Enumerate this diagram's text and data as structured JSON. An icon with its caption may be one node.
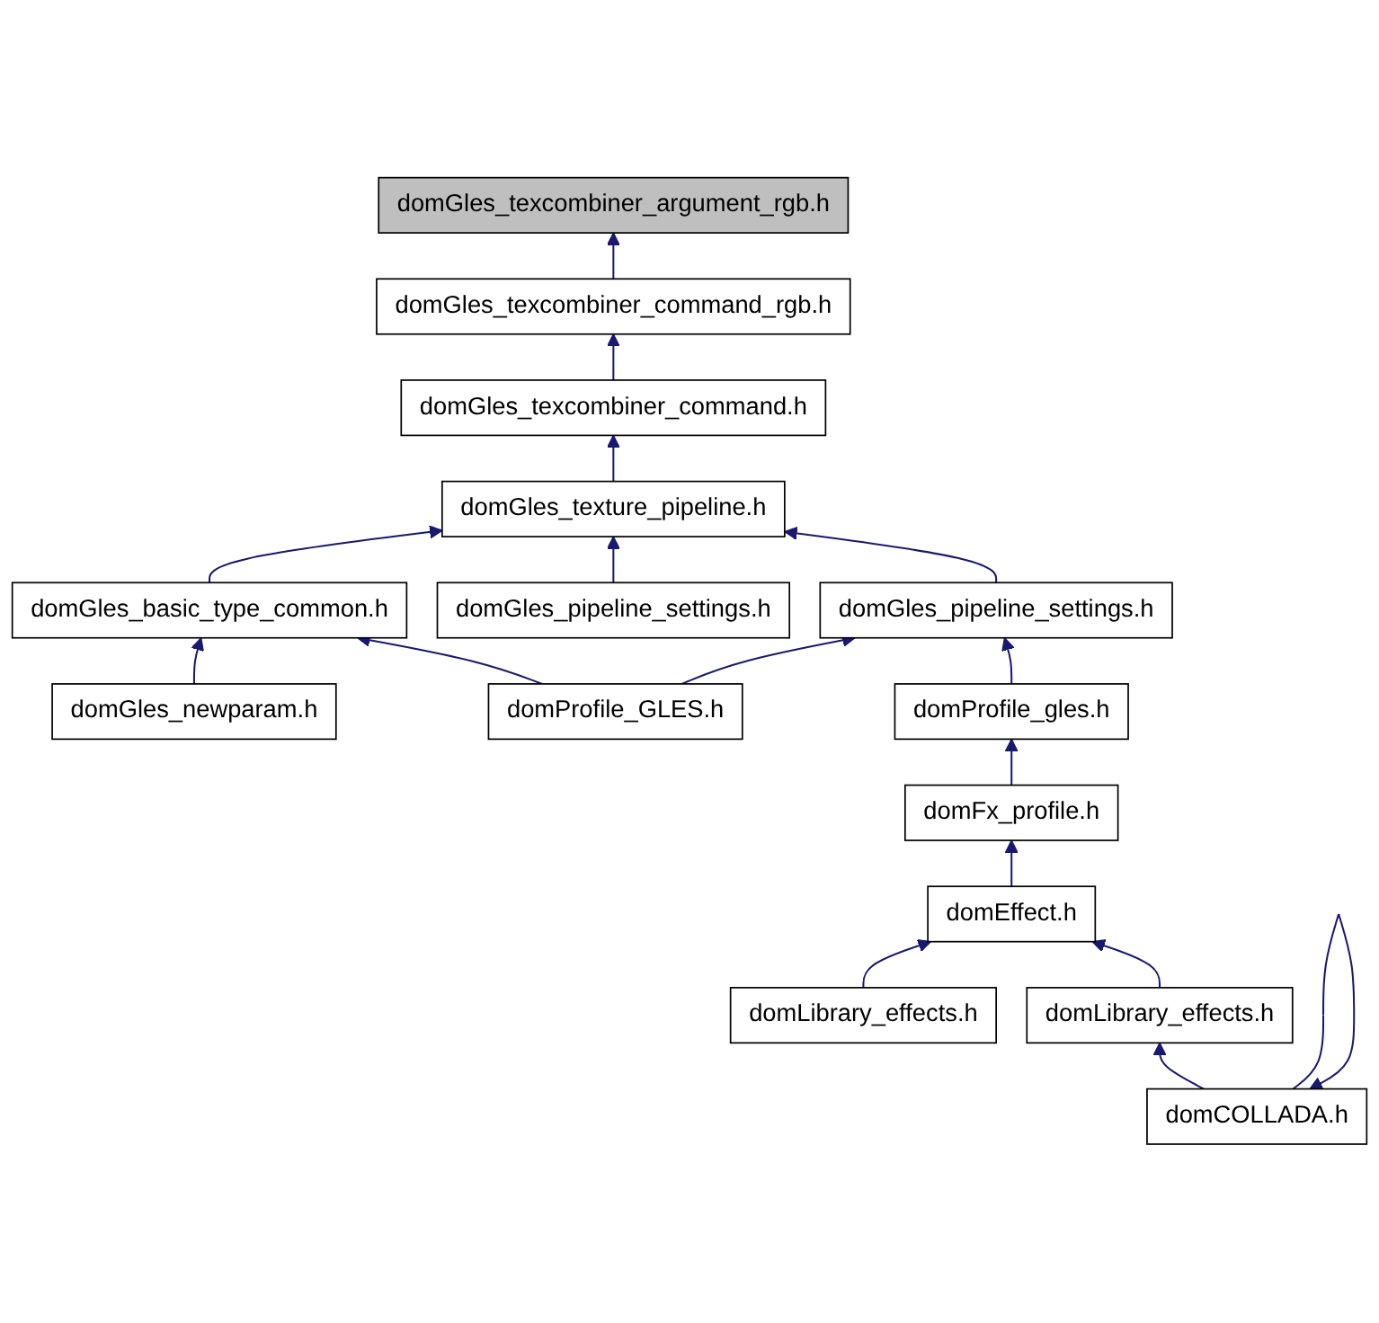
{
  "diagram": {
    "nodes": [
      {
        "text": [
          "domGles_texcombiner_argument_rgb.h"
        ]
      },
      {
        "text": [
          "domGles_texcombiner_command_rgb.h"
        ]
      },
      {
        "text": [
          "domGles_texcombiner_command.h"
        ]
      },
      {
        "text": [
          "domGles_texture_pipeline.h"
        ]
      },
      {
        "text": [
          "domGles_basic_type_common.h"
        ]
      },
      {
        "text": [
          "domGles_pipeline_settings.h"
        ]
      },
      {
        "text": [
          "domGles_pipeline_settings.h"
        ]
      },
      {
        "text": [
          "domGles_newparam.h"
        ]
      },
      {
        "text": [
          "domProfile_GLES.h"
        ]
      },
      {
        "text": [
          "domProfile_gles.h"
        ]
      },
      {
        "text": [
          "domFx_profile.h"
        ]
      },
      {
        "text": [
          "domEffect.h"
        ]
      },
      {
        "text": [
          "domLibrary_effects.h"
        ]
      },
      {
        "text": [
          "domLibrary_effects.h"
        ]
      },
      {
        "text": [
          "domCOLLADA.h"
        ]
      }
    ],
    "edges": [
      {
        "from": 1,
        "to": 0,
        "arrow": "to"
      },
      {
        "from": 2,
        "to": 1,
        "arrow": "to"
      },
      {
        "from": 3,
        "to": 2,
        "arrow": "to"
      },
      {
        "from": 4,
        "to": 3,
        "arrow": "to"
      },
      {
        "from": 5,
        "to": 3,
        "arrow": "to"
      },
      {
        "from": 6,
        "to": 3,
        "arrow": "to"
      },
      {
        "from": 7,
        "to": 4,
        "arrow": "to"
      },
      {
        "from": 8,
        "to": 4,
        "arrow": "to"
      },
      {
        "from": 8,
        "to": 6,
        "arrow": "to"
      },
      {
        "from": 9,
        "to": 6,
        "arrow": "to"
      },
      {
        "from": 10,
        "to": 9,
        "arrow": "to"
      },
      {
        "from": 11,
        "to": 10,
        "arrow": "to"
      },
      {
        "from": 12,
        "to": 11,
        "arrow": "to"
      },
      {
        "from": 13,
        "to": 11,
        "arrow": "to"
      },
      {
        "from": 14,
        "to": 13,
        "arrow": "to"
      },
      {
        "from": 14,
        "to": 14,
        "arrow": "to"
      }
    ]
  }
}
